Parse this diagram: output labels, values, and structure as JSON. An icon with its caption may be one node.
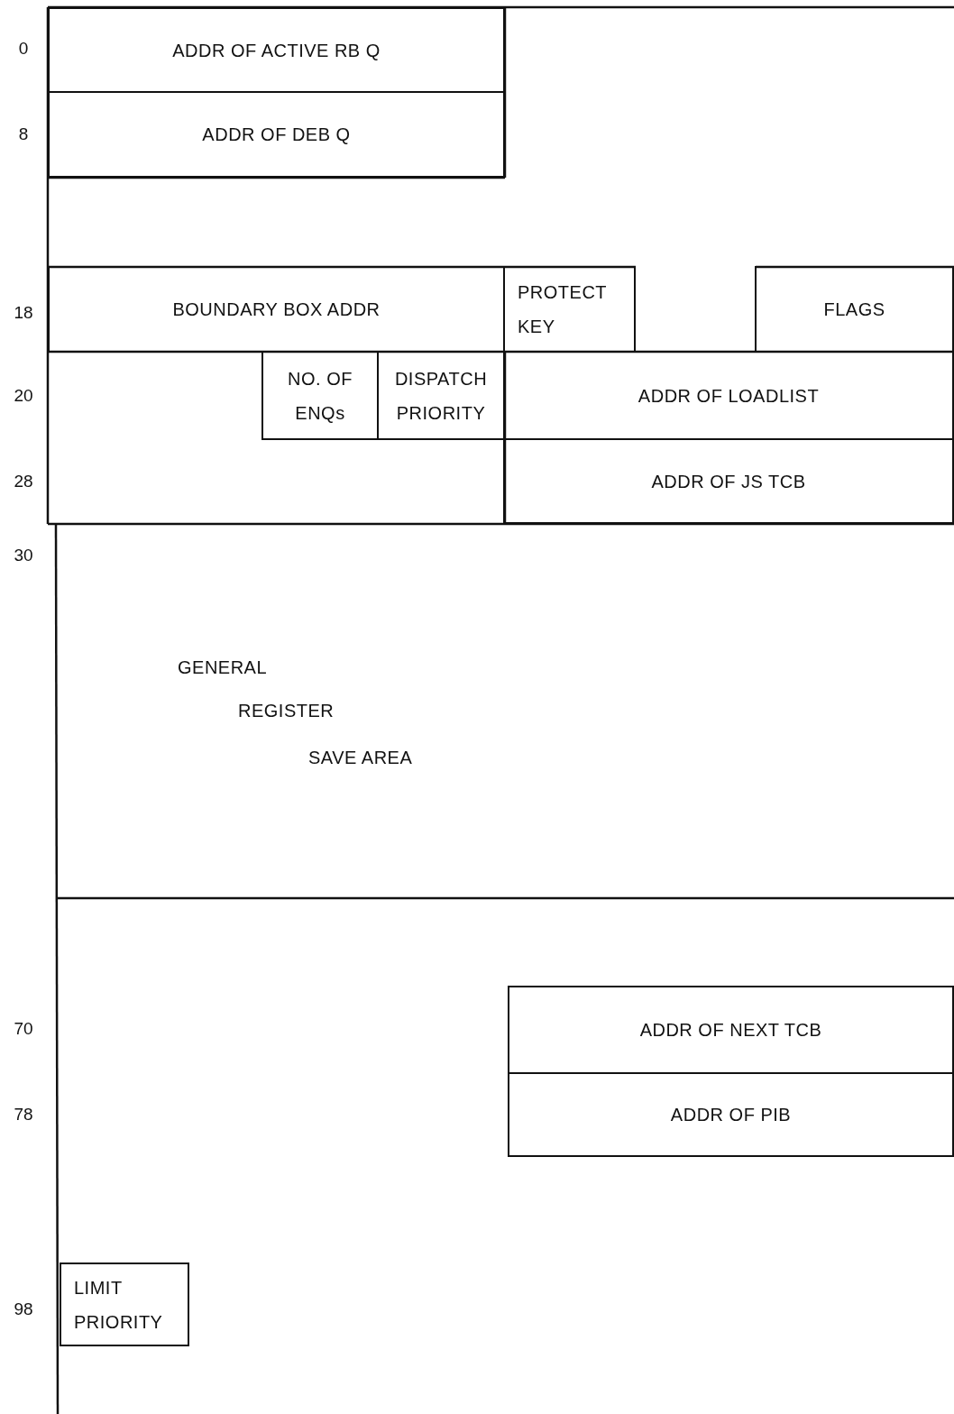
{
  "diagram": {
    "nodes": [
      {
        "text": [
          "ADDR OF ACTIVE RB Q"
        ]
      },
      {
        "text": [
          "ADDR OF DEB Q"
        ]
      },
      {
        "text": [
          "BOUNDARY BOX ADDR"
        ]
      },
      {
        "text": [
          "PROTECT KEY"
        ]
      },
      {
        "text": [
          "FLAGS"
        ]
      },
      {
        "text": [
          "NO. OF ENQs"
        ]
      },
      {
        "text": [
          "DISPATCH PRIORITY"
        ]
      },
      {
        "text": [
          "ADDR OF LOADLIST"
        ]
      },
      {
        "text": [
          "ADDR OF JS TCB"
        ]
      },
      {
        "text": [
          "GENERAL",
          "REGISTER",
          "SAVE AREA"
        ]
      },
      {
        "text": [
          "ADDR OF NEXT TCB"
        ]
      },
      {
        "text": [
          "ADDR OF PIB"
        ]
      },
      {
        "text": [
          "LIMIT PRIORITY"
        ]
      }
    ],
    "labels": [
      "0",
      "8",
      "18",
      "20",
      "28",
      "30",
      "70",
      "78",
      "98"
    ]
  }
}
